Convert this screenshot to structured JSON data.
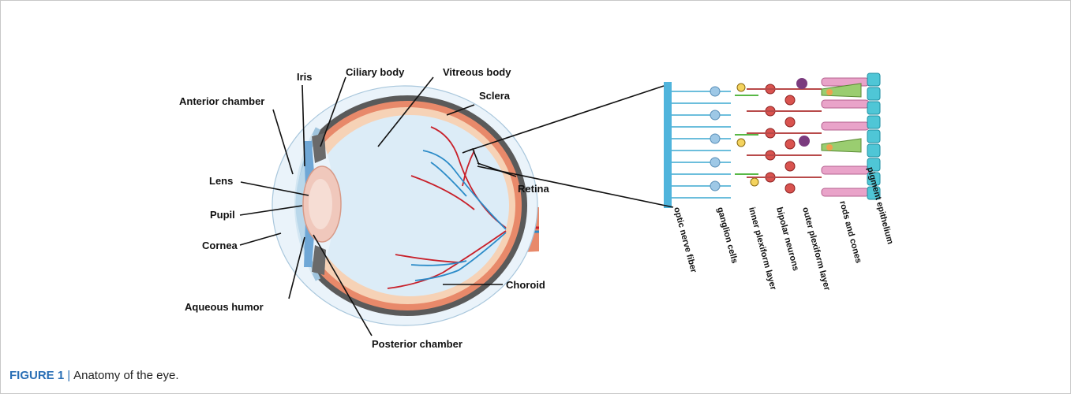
{
  "eye_labels": {
    "iris": "Iris",
    "ciliary_body": "Ciliary body",
    "vitreous_body": "Vitreous body",
    "anterior_chamber": "Anterior chamber",
    "sclera": "Sclera",
    "lens": "Lens",
    "retina": "Retina",
    "pupil": "Pupil",
    "cornea": "Cornea",
    "choroid": "Choroid",
    "aqueous_humor": "Aqueous humor",
    "posterior_chamber": "Posterior chamber"
  },
  "retina_layers": [
    "optic nerve fiber",
    "ganglion cells",
    "inner plexiform layer",
    "bipolar neurons",
    "outer plexiform layer",
    "rods and cones",
    "pigment epithelium"
  ],
  "caption": {
    "figure": "FIGURE 1",
    "separator": "|",
    "text": "Anatomy of the eye."
  },
  "colors": {
    "sclera": "#5a5a5a",
    "choroid": "#e8896a",
    "retina": "#f6d2b6",
    "vitreous": "#dcecf7",
    "cornea": "#d3e6f2",
    "iris": "#6fa7d6",
    "lens": "#f0c8bc",
    "artery": "#c8202a",
    "vein": "#2b8bc8",
    "nerve_fiber": "#6cbedc",
    "ganglion": "#9ec8e6",
    "bipolar": "#b84a4a",
    "rod": "#e9a3c9",
    "cone": "#9acd70",
    "pigment": "#4fc6d6",
    "caption_accent": "#2a6fb5"
  }
}
